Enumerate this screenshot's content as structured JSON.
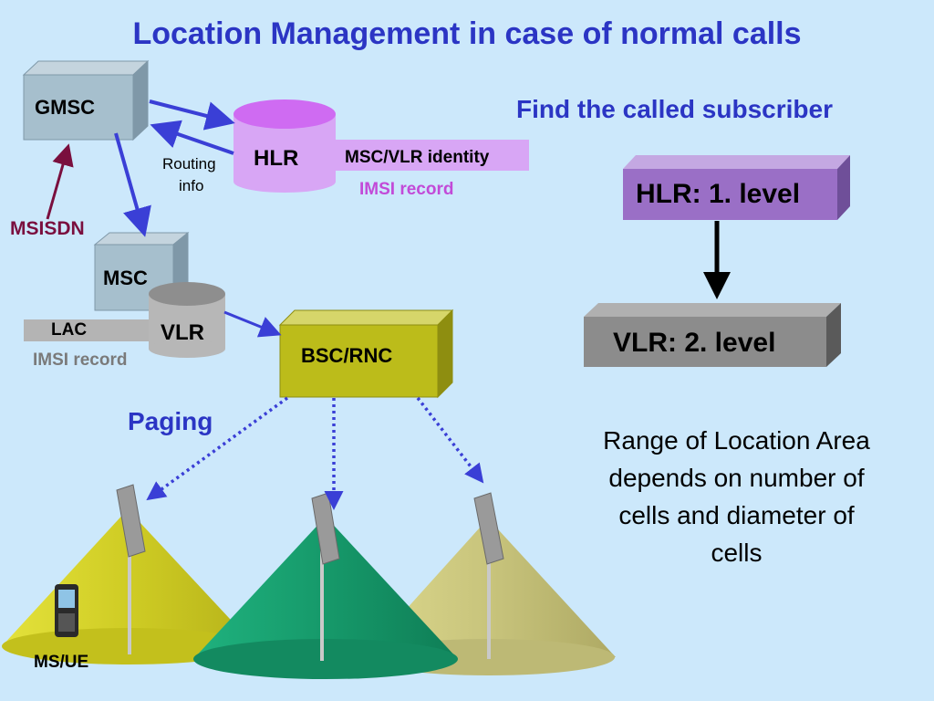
{
  "title": "Location Management in case of normal calls",
  "subtitle": "Find the called subscriber",
  "nodes": {
    "gmsc": "GMSC",
    "hlr": "HLR",
    "msc": "MSC",
    "vlr": "VLR",
    "bsc_rnc": "BSC/RNC"
  },
  "labels": {
    "hlr_record_field": "MSC/VLR identity",
    "hlr_record_name": "IMSI record",
    "vlr_record_field": "LAC",
    "vlr_record_name": "IMSI record",
    "routing_info_line1": "Routing",
    "routing_info_line2": "info",
    "msisdn": "MSISDN",
    "paging": "Paging",
    "ms_ue": "MS/UE"
  },
  "levels": {
    "hlr_level": "HLR: 1. level",
    "vlr_level": "VLR: 2. level"
  },
  "note": {
    "line1": "Range of Location Area",
    "line2": "depends on number of",
    "line3": "cells and diameter of",
    "line4": "cells"
  },
  "colors": {
    "title": "#2b35c4",
    "arrow": "#3a3fd6",
    "msisdn_arrow": "#7a0f3e",
    "hlr_fill": "#d8a6f5",
    "hlr_level_fill": "#9a6fc6",
    "vlr_level_fill": "#8c8c8c",
    "bsc_fill": "#bcbc1a",
    "cell_yellow": "#d0cc2a",
    "cell_green": "#1b9f70",
    "cell_olive": "#c6c27c"
  }
}
